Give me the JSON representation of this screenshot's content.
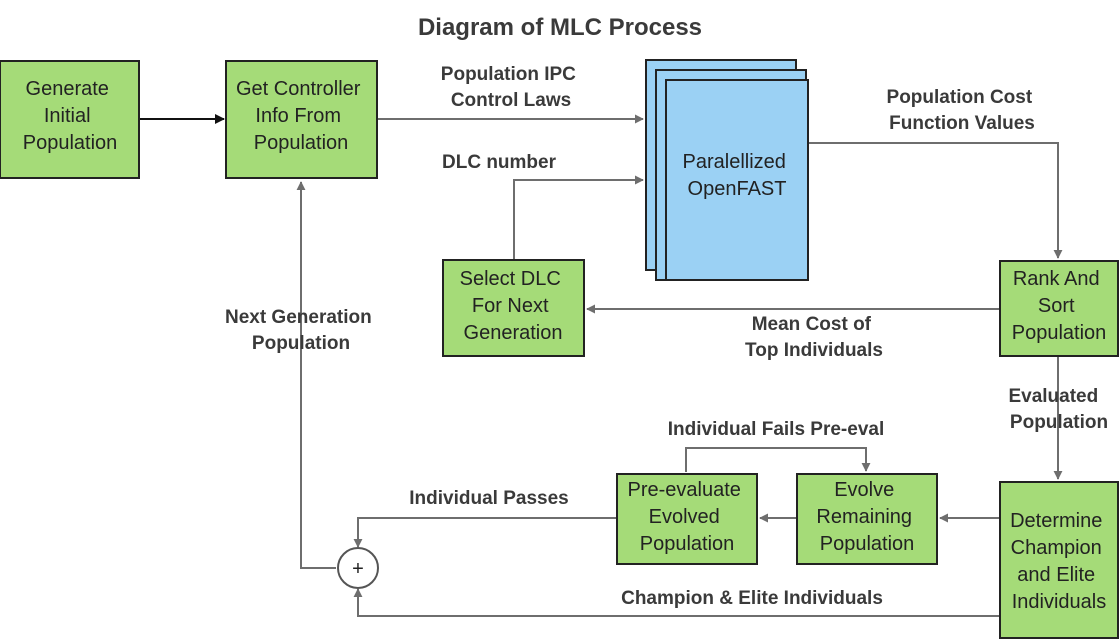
{
  "title": "Diagram of MLC Process",
  "nodes": {
    "generate": [
      "Generate",
      "Initial",
      "Population"
    ],
    "get_controller": [
      "Get Controller",
      "Info From",
      "Population"
    ],
    "openfast": [
      "Paralellized",
      "OpenFAST"
    ],
    "select_dlc": [
      "Select DLC",
      "For Next",
      "Generation"
    ],
    "rank_sort": [
      "Rank And",
      "Sort",
      "Population"
    ],
    "determine": [
      "Determine",
      "Champion",
      "and Elite",
      "Individuals"
    ],
    "evolve": [
      "Evolve",
      "Remaining",
      "Population"
    ],
    "pre_evaluate": [
      "Pre-evaluate",
      "Evolved",
      "Population"
    ],
    "sum_symbol": "+"
  },
  "edges": {
    "population_ipc": [
      "Population IPC",
      "Control Laws"
    ],
    "dlc_number": "DLC  number",
    "population_cost": [
      "Population Cost",
      "Function Values"
    ],
    "mean_cost": [
      "Mean Cost of",
      "Top Individuals"
    ],
    "next_generation": [
      "Next Generation",
      "Population"
    ],
    "evaluated_population": [
      "Evaluated",
      "Population"
    ],
    "fails_preeval": "Individual Fails Pre-eval",
    "passes": "Individual Passes",
    "champion_elite": "Champion & Elite Individuals"
  },
  "colors": {
    "process_fill": "#a5db78",
    "simulation_fill": "#9bd1f4",
    "connector": "#6e6e6e",
    "text": "#3a3a3a"
  }
}
